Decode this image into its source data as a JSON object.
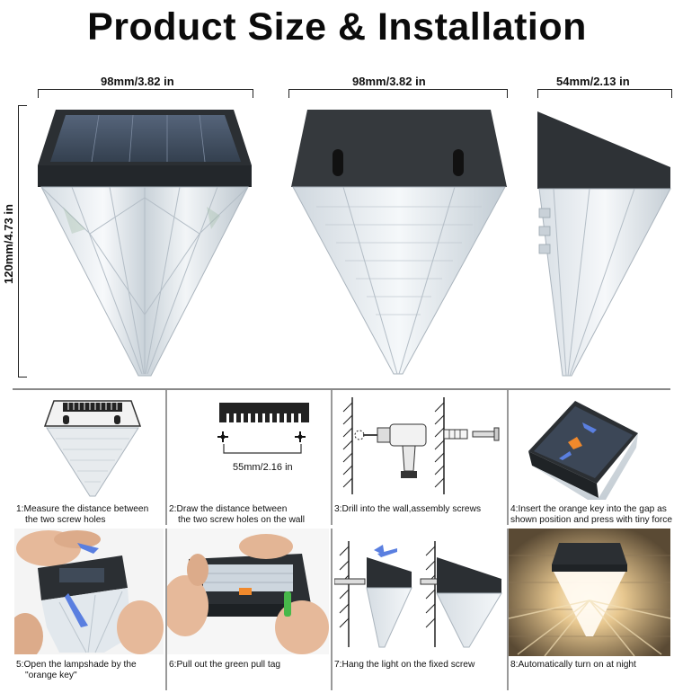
{
  "title": "Product Size & Installation",
  "dimensions": {
    "front_width": "98mm/3.82 in",
    "back_width": "98mm/3.82 in",
    "side_depth": "54mm/2.13 in",
    "height": "120mm/4.73 in"
  },
  "steps": [
    {
      "num": "1:",
      "line1": "Measure the distance between",
      "line2": "the two screw holes"
    },
    {
      "num": "2:",
      "line1": "Draw the distance between",
      "line2": "the two screw holes on the wall",
      "measure": "55mm/2.16 in"
    },
    {
      "num": "3:",
      "line1": "Drill into the wall,assembly screws",
      "line2": ""
    },
    {
      "num": "4:",
      "line1": "Insert the orange key into the gap as",
      "line2": "shown position and press with tiny force"
    },
    {
      "num": "5:",
      "line1": "Open the lampshade by the",
      "line2": "\"orange key\""
    },
    {
      "num": "6:",
      "line1": "Pull out the green pull tag",
      "line2": ""
    },
    {
      "num": "7:",
      "line1": "Hang the light on the fixed screw",
      "line2": ""
    },
    {
      "num": "8:",
      "line1": "Automatically turn on at night",
      "line2": ""
    }
  ],
  "colors": {
    "housing": "#2b2f33",
    "solar_panel": "#3d4a5c",
    "crystal": "#e9eef2",
    "accent_blue": "#5a7fe0",
    "accent_orange": "#f0892c",
    "accent_green": "#47b84a",
    "night_glow": "#e8c890"
  },
  "icons": [
    "solar-panel-icon",
    "drill-icon",
    "screw-icon",
    "wall-anchor-icon",
    "arrow-icon"
  ]
}
